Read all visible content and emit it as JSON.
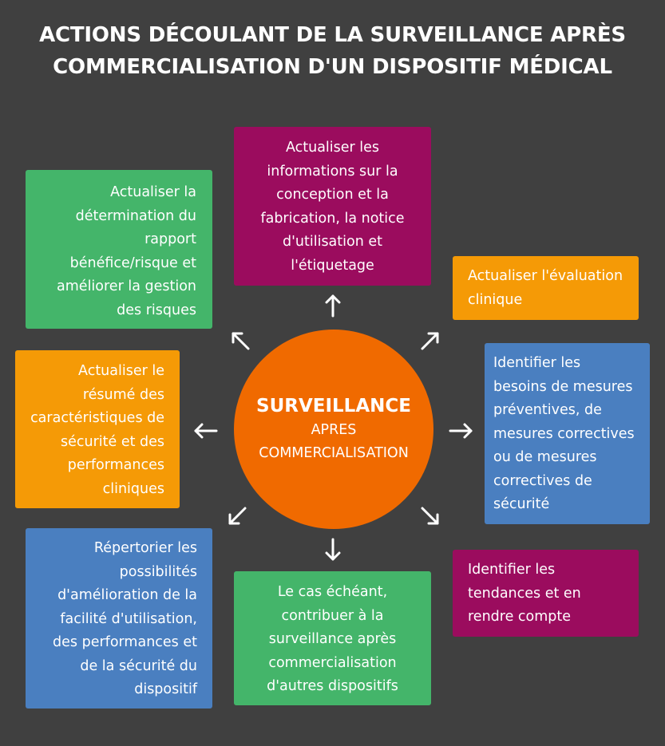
{
  "title": {
    "line1": "ACTIONS DÉCOULANT DE LA SURVEILLANCE APRÈS",
    "line2": "COMMERCIALISATION D'UN DISPOSITIF MÉDICAL"
  },
  "colors": {
    "background": "#404040",
    "green": "#44b56a",
    "magenta": "#9b0c5e",
    "orange": "#f59a06",
    "blue": "#4a7fc0",
    "center": "#f06a00"
  },
  "center": {
    "heading": "SURVEILLANCE",
    "line1": "APRES",
    "line2": "COMMERCIALISATION"
  },
  "boxes": {
    "top": [
      "Actualiser les",
      "informations sur la",
      "conception et la",
      "fabrication, la notice",
      "d'utilisation et",
      "l'étiquetage"
    ],
    "top_right": [
      "Actualiser l'évaluation",
      "clinique"
    ],
    "right": [
      "Identifier les",
      "besoins de mesures",
      "préventives, de",
      "mesures correctives",
      "ou de mesures",
      "correctives de",
      "sécurité"
    ],
    "bottom_right": [
      "Identifier les",
      "tendances et en",
      "rendre compte"
    ],
    "bottom": [
      "Le cas échéant,",
      "contribuer à la",
      "surveillance après",
      "commercialisation",
      "d'autres dispositifs"
    ],
    "bottom_left": [
      "Répertorier les",
      "possibilités",
      "d'amélioration de la",
      "facilité d'utilisation,",
      "des performances et",
      "de la sécurité du",
      "dispositif"
    ],
    "left": [
      "Actualiser le",
      "résumé des",
      "caractéristiques de",
      "sécurité et des",
      "performances",
      "cliniques"
    ],
    "top_left": [
      "Actualiser la",
      "détermination du",
      "rapport",
      "bénéfice/risque et",
      "améliorer la gestion",
      "des risques"
    ]
  }
}
